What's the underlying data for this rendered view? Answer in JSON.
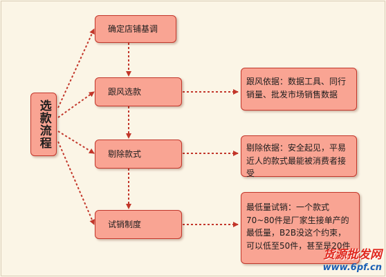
{
  "side_label": "选款流程",
  "steps": [
    {
      "label": "确定店铺基调"
    },
    {
      "label": "跟风选款"
    },
    {
      "label": "剔除款式"
    },
    {
      "label": "试销制度"
    }
  ],
  "notes": [
    {
      "text": "跟风依据：数据工具、同行销量、批发市场销售数据"
    },
    {
      "text": "剔除依据：安全起见，平易近人的款式最能被消费者接受"
    },
    {
      "text": "最低量试销：一个款式70~80件是厂家生接单产的最低量，B2B没这个约束，可以低至50件，甚至是20件"
    }
  ],
  "watermark": {
    "main": "货源批发网",
    "url": "www.6pf.cn"
  },
  "colors": {
    "box_fill": "#f9a493",
    "box_border": "#c2362a",
    "arrow": "#c2362a",
    "background": "#fbf5e6"
  }
}
